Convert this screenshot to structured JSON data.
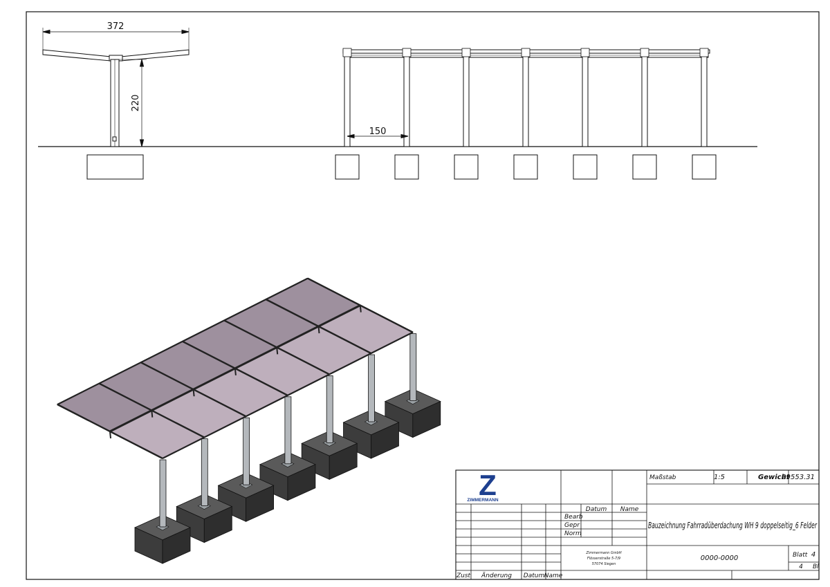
{
  "dimensions": {
    "width": "372",
    "height": "220",
    "spacing": "150"
  },
  "logo": {
    "letter": "Z",
    "name": "ZIMMERMANN",
    "color": "#1d3f8f"
  },
  "title_block": {
    "scale_label": "Maßstab",
    "scale_value": "1:5",
    "weight_label": "Gewicht",
    "weight_value": "29553.31",
    "col_datum": "Datum",
    "col_name": "Name",
    "row_bearb": "Bearb",
    "row_gepr": "Gepr",
    "row_norm": "Norm",
    "title": "Bauzeichnung Fahrradüberdachung WH 9 doppelseitig_6 Felder",
    "company_line1": "Zimmermann GmbH",
    "company_line2": "Flösserstraße 5-7/9",
    "company_line3": "57074 Siegen",
    "drawing_number": "0000-0000",
    "sheet_label": "Blatt",
    "sheet_value": "4",
    "sheet_total": "4",
    "sheet_total_suffix": "Bl",
    "rev_zust": "Zust",
    "rev_aenderung": "Änderung",
    "rev_datum": "Datum",
    "rev_name": "Name"
  },
  "colors": {
    "line": "#111111",
    "roof_glass": "#8d7c8d",
    "roof_glass_light": "#a894a6",
    "steel": "#b4b8bc",
    "concrete": "#3c3c3c"
  }
}
